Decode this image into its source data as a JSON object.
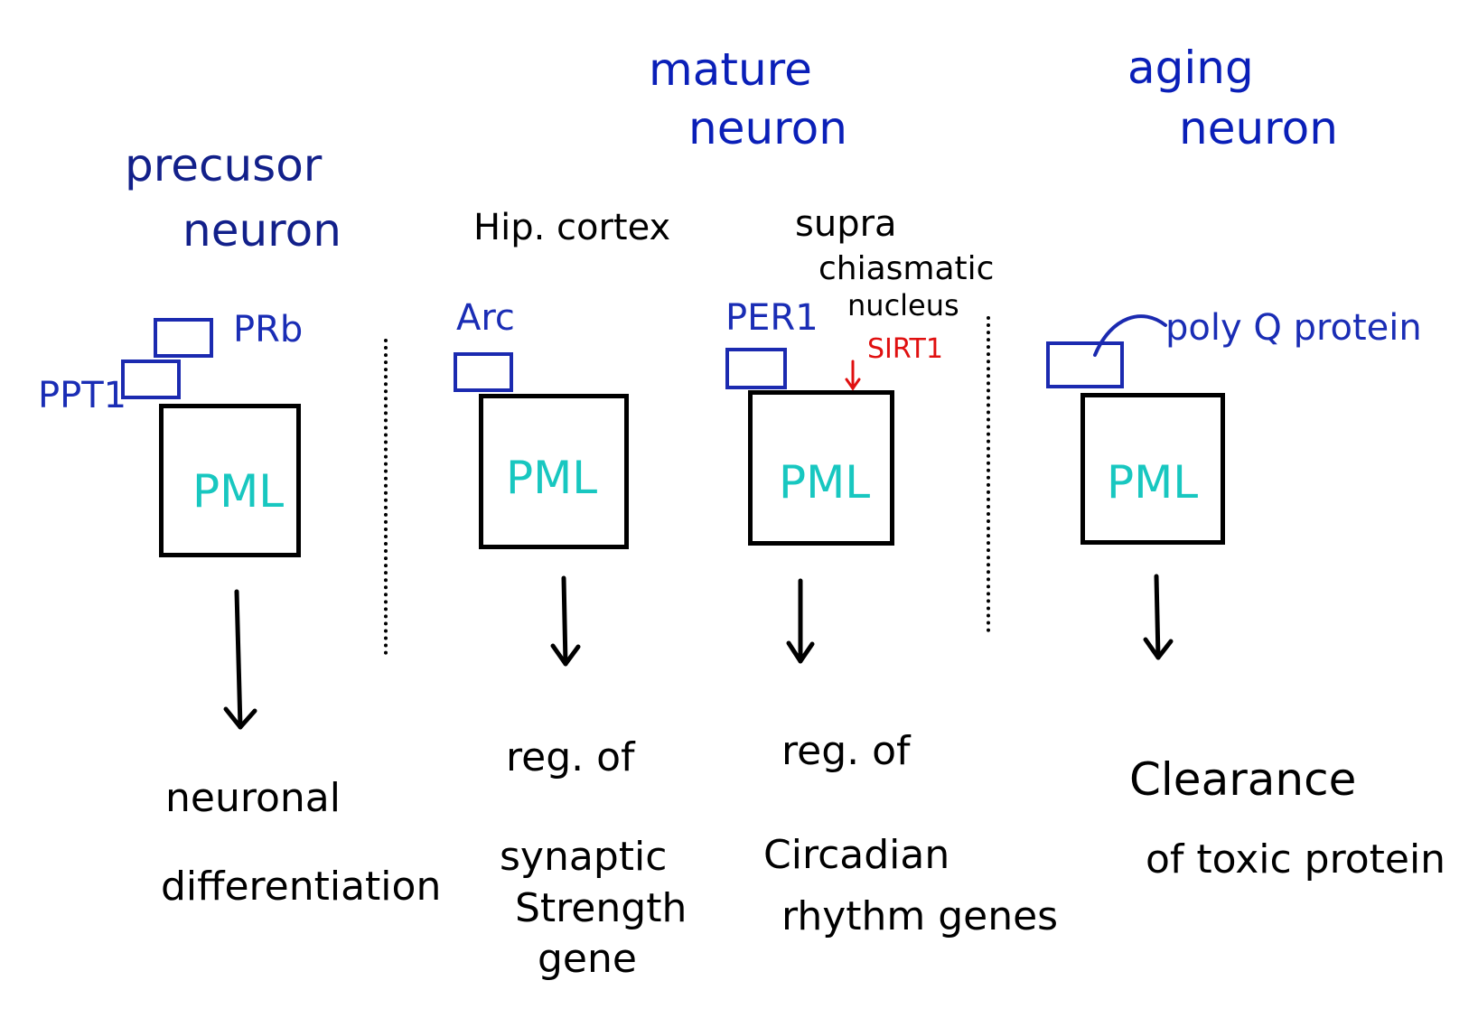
{
  "headers": {
    "mature": [
      "mature",
      "neuron"
    ],
    "aging": [
      "aging",
      "neuron"
    ],
    "precursor": [
      "precusor",
      "neuron"
    ]
  },
  "regions": {
    "hip": "Hip. cortex",
    "supra": [
      "supra",
      "chiasmatic",
      "nucleus"
    ],
    "sirt1": "SIRT1"
  },
  "labels": {
    "prb": "PRb",
    "ppt1": "PPT1",
    "arc": "Arc",
    "per1": "PER1",
    "polyq": "poly Q protein"
  },
  "boxes": [
    "PML",
    "PML",
    "PML",
    "PML"
  ],
  "outcomes": {
    "col1": [
      "neuronal",
      "differentiation"
    ],
    "col2": [
      "reg. of",
      "synaptic",
      "Strength",
      "gene"
    ],
    "col3": [
      "reg. of",
      "Circadian",
      "rhythm genes"
    ],
    "col4": [
      "Clearance",
      "of toxic protein"
    ]
  },
  "colors": {
    "header_blue": "#0a1fb8",
    "label_blue": "#1a2db5",
    "pml_cyan": "#18c7c0",
    "sirt1_red": "#e01010"
  }
}
